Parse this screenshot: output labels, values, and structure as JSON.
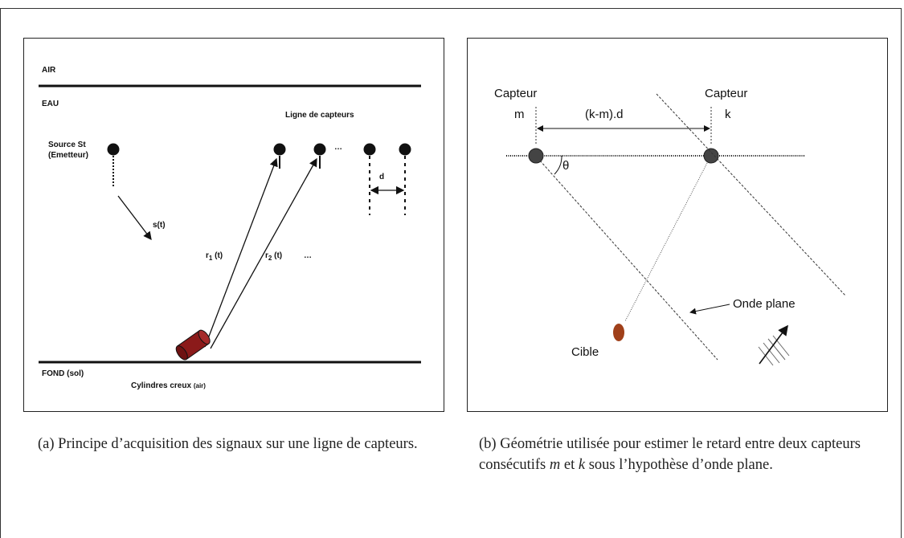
{
  "panel_a": {
    "label_air": "AIR",
    "label_eau": "EAU",
    "label_source_line1": "Source St",
    "label_source_line2": "(Emetteur)",
    "label_ligne": "Ligne de capteurs",
    "label_s": "s(t)",
    "label_r1_r": "r",
    "label_r1_sub": "1",
    "label_r1_t": " (t)",
    "label_r2_r": "r",
    "label_r2_sub": "2",
    "label_r2_t": " (t)",
    "label_dots_r": "…",
    "label_dots_sensors": "…",
    "label_d": "d",
    "label_fond": "FOND (sol)",
    "label_cylindres": "Cylindres creux",
    "label_cylindres_air": "(air)"
  },
  "panel_b": {
    "capteur_m_line1": "Capteur",
    "capteur_m_line2": "m",
    "capteur_k_line1": "Capteur",
    "capteur_k_line2": "k",
    "distance_label": "(k-m).d",
    "theta": "θ",
    "onde_label": "Onde plane",
    "cible_label": "Cible"
  },
  "captions": {
    "a": "(a) Principe d’acquisition des signaux sur une ligne de capteurs.",
    "b_part1": "(b) Géométrie utilisée pour estimer le retard entre deux capteurs consécutifs ",
    "b_m": "m",
    "b_and": " et ",
    "b_k": "k",
    "b_part2": " sous l’hypothèse d’onde plane."
  },
  "colors": {
    "cylinder": "#8b1a1a",
    "target": "#a0401a",
    "sensor": "#333333"
  }
}
